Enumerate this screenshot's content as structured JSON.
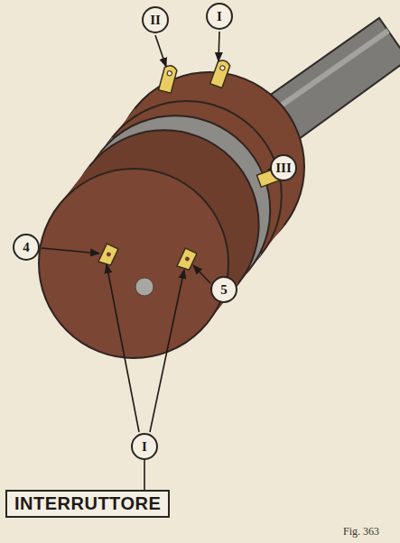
{
  "diagram": {
    "caption": "Fig. 363",
    "nodes": [
      {
        "text": [
          "II"
        ]
      },
      {
        "text": [
          "I"
        ]
      },
      {
        "text": [
          "III"
        ]
      },
      {
        "text": [
          "4"
        ]
      },
      {
        "text": [
          "5"
        ]
      },
      {
        "text": [
          "I"
        ]
      },
      {
        "text": [
          "INTERRUTTORE"
        ]
      }
    ],
    "edges": [
      {
        "from": 5,
        "to": 6,
        "arrow": "none"
      }
    ]
  }
}
